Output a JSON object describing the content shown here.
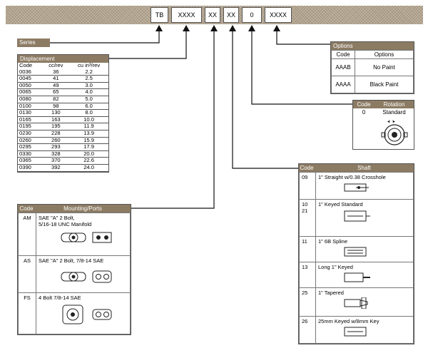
{
  "model_code": {
    "segments": [
      "TB",
      "XXXX",
      "XX",
      "XX",
      "0",
      "XXXX"
    ]
  },
  "series": {
    "label": "Series"
  },
  "displacement": {
    "title": "Displacement",
    "columns": [
      "Code",
      "cc/rev",
      "cu in³/rev"
    ],
    "rows": [
      [
        "0036",
        "36",
        "2.2"
      ],
      [
        "0045",
        "41",
        "2.5"
      ],
      [
        "0050",
        "49",
        "3.0"
      ],
      [
        "0065",
        "65",
        "4.0"
      ],
      [
        "0080",
        "82",
        "5.0"
      ],
      [
        "0100",
        "98",
        "6.0"
      ],
      [
        "0130",
        "130",
        "8.0"
      ],
      [
        "0165",
        "163",
        "10.0"
      ],
      [
        "0195",
        "195",
        "11.9"
      ],
      [
        "0230",
        "228",
        "13.9"
      ],
      [
        "0260",
        "260",
        "15.9"
      ],
      [
        "0295",
        "293",
        "17.9"
      ],
      [
        "0330",
        "328",
        "20.0"
      ],
      [
        "0365",
        "370",
        "22.6"
      ],
      [
        "0390",
        "392",
        "24.0"
      ]
    ]
  },
  "options": {
    "title": "Options",
    "columns": [
      "Code",
      "Options"
    ],
    "rows": [
      [
        "AAAB",
        "No Paint"
      ],
      [
        "AAAA",
        "Black Paint"
      ]
    ]
  },
  "rotation": {
    "columns": [
      "Code",
      "Rotation"
    ],
    "code": "0",
    "label": "Standard"
  },
  "shaft": {
    "columns": [
      "Code",
      "Shaft"
    ],
    "rows": [
      {
        "code": "09",
        "desc": "1\" Straight w/0.38 Crosshole"
      },
      {
        "code": "10\n21",
        "desc": "1\" Keyed Standard"
      },
      {
        "code": "11",
        "desc": "1\" 6B Spline"
      },
      {
        "code": "13",
        "desc": "Long 1\" Keyed"
      },
      {
        "code": "25",
        "desc": "1\" Tapered"
      },
      {
        "code": "26",
        "desc": "25mm Keyed w/8mm Key"
      }
    ]
  },
  "mounting": {
    "columns": [
      "Code",
      "Mounting/Ports"
    ],
    "rows": [
      {
        "code": "AM",
        "desc": "SAE \"A\" 2 Bolt,\n5/16-18 UNC Manifold"
      },
      {
        "code": "AS",
        "desc": "SAE \"A\" 2 Bolt, 7/8-14 SAE"
      },
      {
        "code": "FS",
        "desc": "4 Bolt 7/8-14 SAE"
      }
    ]
  }
}
